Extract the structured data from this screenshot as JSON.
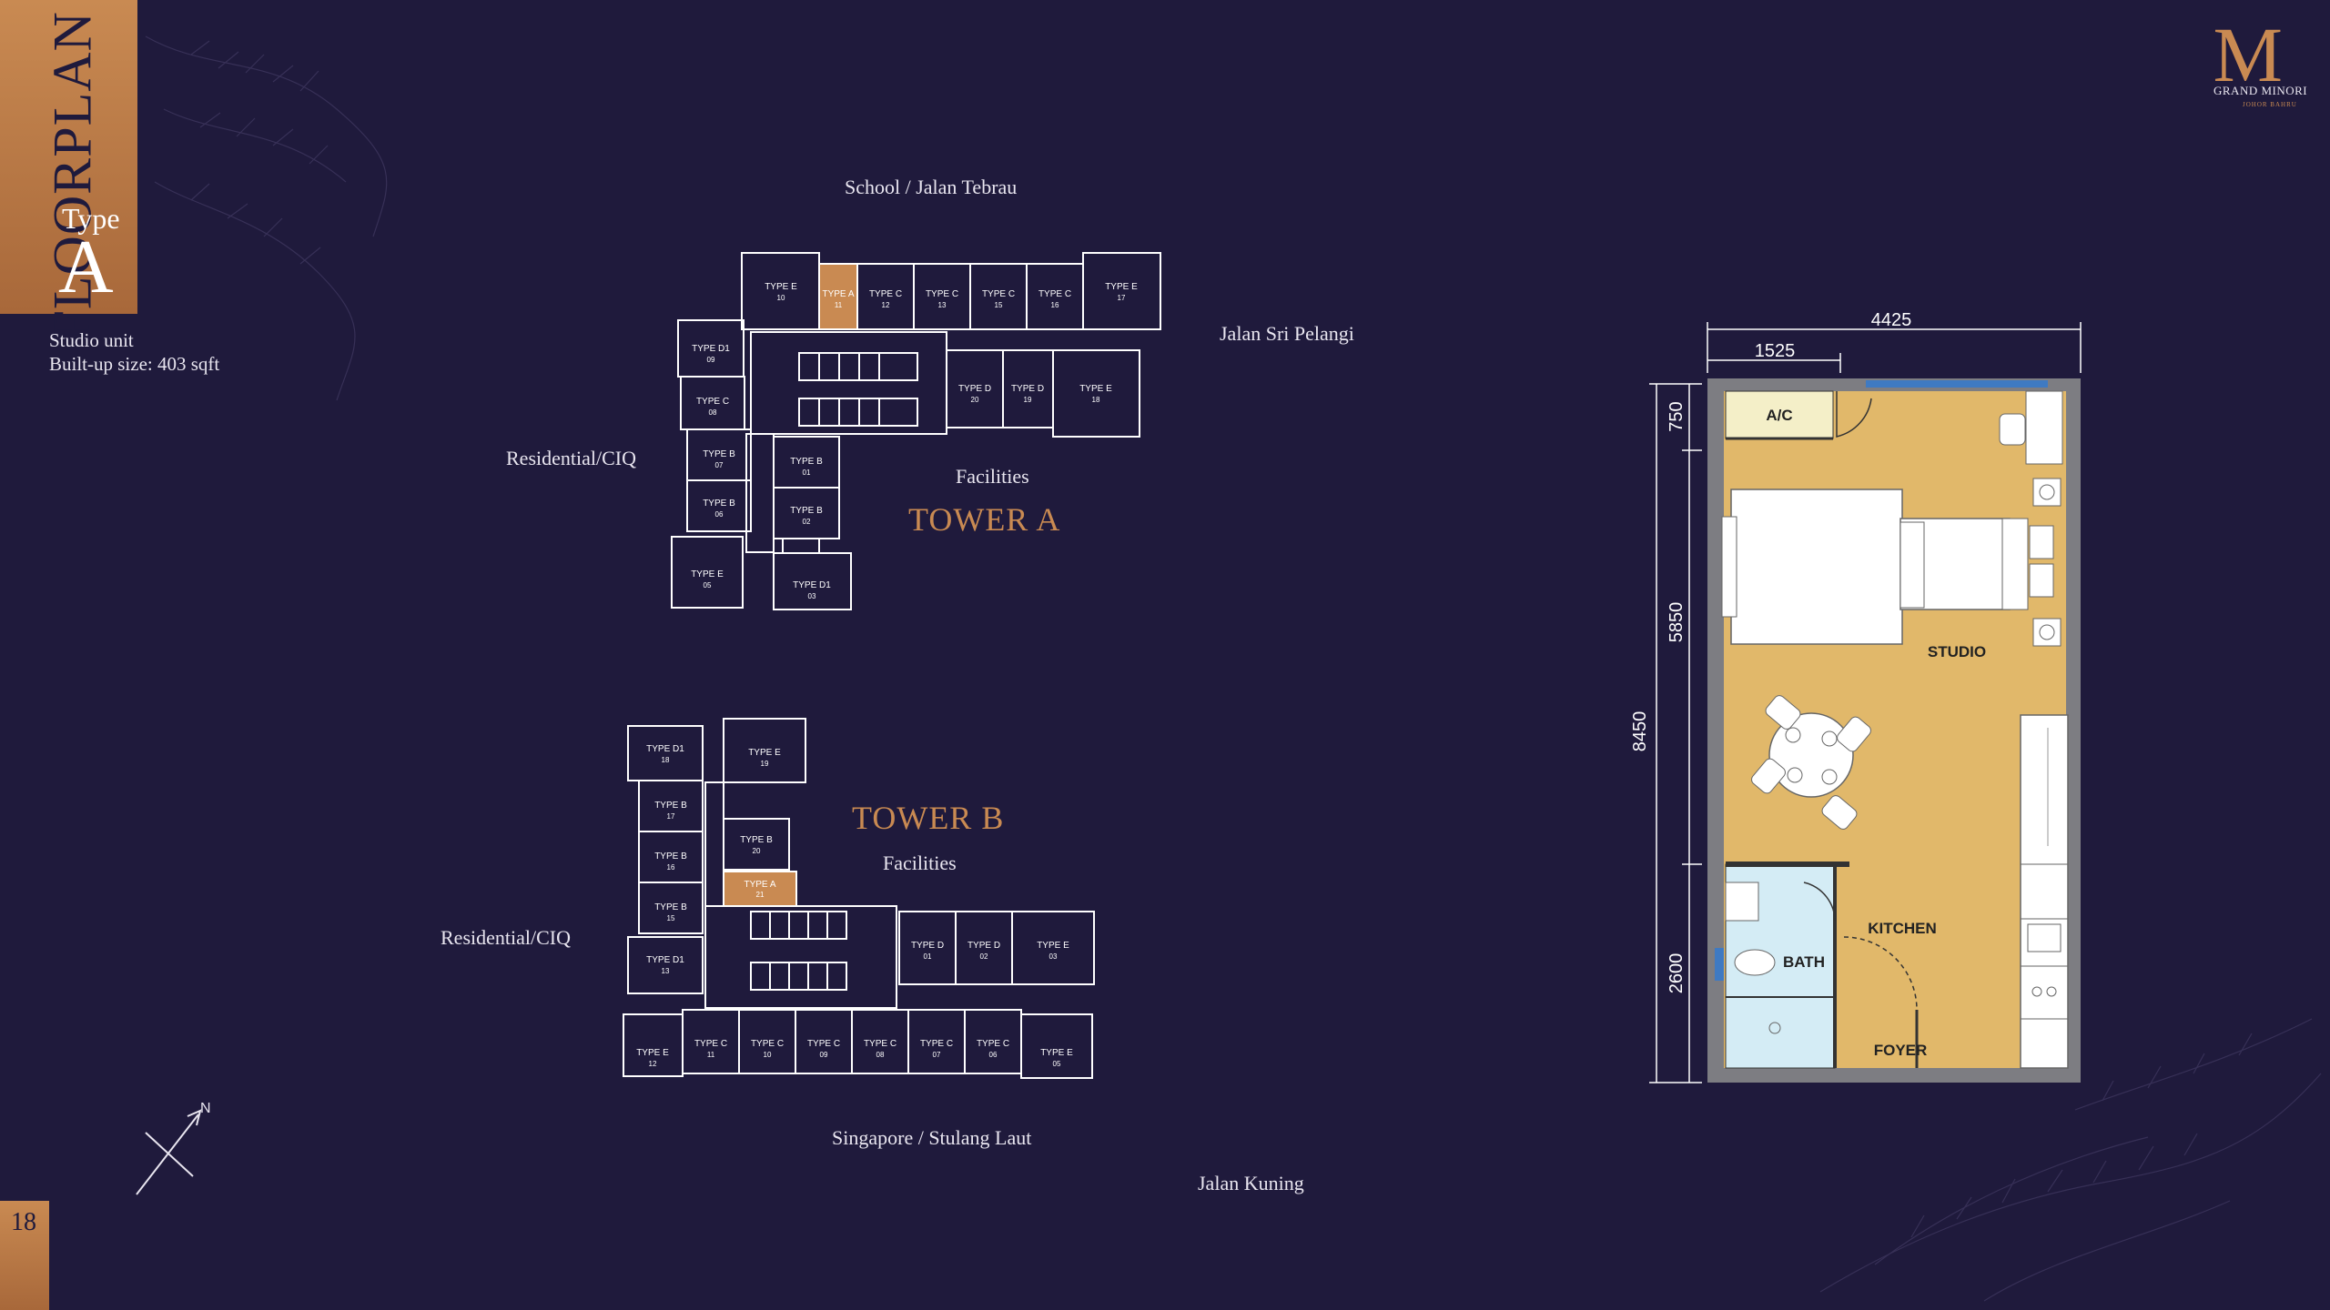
{
  "header": {
    "section_title": "FLOORPLAN",
    "type_word": "Type",
    "type_letter": "A",
    "unit_desc": "Studio unit",
    "built_up": "Built-up size: 403 sqft",
    "page_number": "18"
  },
  "brand": {
    "logo_letter": "M",
    "name": "GRAND MINORI",
    "tagline": "JOHOR BAHRU"
  },
  "site_labels": {
    "north_road": "School / Jalan Tebrau",
    "east_road": "Jalan Sri Pelangi",
    "west_a": "Residential/CIQ",
    "west_b": "Residential/CIQ",
    "south_road": "Singapore / Stulang Laut",
    "south_east_road": "Jalan Kuning",
    "facilities_a": "Facilities",
    "facilities_b": "Facilities",
    "north_arrow": "N"
  },
  "tower_a": {
    "name": "TOWER A",
    "units": [
      {
        "type": "TYPE E",
        "no": "10"
      },
      {
        "type": "TYPE A",
        "no": "11"
      },
      {
        "type": "TYPE C",
        "no": "12"
      },
      {
        "type": "TYPE C",
        "no": "13"
      },
      {
        "type": "TYPE C",
        "no": "15"
      },
      {
        "type": "TYPE C",
        "no": "16"
      },
      {
        "type": "TYPE E",
        "no": "17"
      },
      {
        "type": "TYPE D1",
        "no": "09"
      },
      {
        "type": "TYPE C",
        "no": "08"
      },
      {
        "type": "TYPE B",
        "no": "07"
      },
      {
        "type": "TYPE B",
        "no": "06"
      },
      {
        "type": "TYPE E",
        "no": "05"
      },
      {
        "type": "TYPE D",
        "no": "20"
      },
      {
        "type": "TYPE D",
        "no": "19"
      },
      {
        "type": "TYPE E",
        "no": "18"
      },
      {
        "type": "TYPE B",
        "no": "01"
      },
      {
        "type": "TYPE B",
        "no": "02"
      },
      {
        "type": "TYPE D1",
        "no": "03"
      }
    ]
  },
  "tower_b": {
    "name": "TOWER B",
    "units": [
      {
        "type": "TYPE D1",
        "no": "18"
      },
      {
        "type": "TYPE E",
        "no": "19"
      },
      {
        "type": "TYPE B",
        "no": "17"
      },
      {
        "type": "TYPE B",
        "no": "16"
      },
      {
        "type": "TYPE B",
        "no": "15"
      },
      {
        "type": "TYPE D1",
        "no": "13"
      },
      {
        "type": "TYPE B",
        "no": "20"
      },
      {
        "type": "TYPE A",
        "no": "21"
      },
      {
        "type": "TYPE D",
        "no": "01"
      },
      {
        "type": "TYPE D",
        "no": "02"
      },
      {
        "type": "TYPE E",
        "no": "03"
      },
      {
        "type": "TYPE E",
        "no": "12"
      },
      {
        "type": "TYPE C",
        "no": "11"
      },
      {
        "type": "TYPE C",
        "no": "10"
      },
      {
        "type": "TYPE C",
        "no": "09"
      },
      {
        "type": "TYPE C",
        "no": "08"
      },
      {
        "type": "TYPE C",
        "no": "07"
      },
      {
        "type": "TYPE C",
        "no": "06"
      },
      {
        "type": "TYPE E",
        "no": "05"
      }
    ]
  },
  "unit_plan": {
    "dim_total_width": "4425",
    "dim_partial_width": "1525",
    "dim_total_depth": "8450",
    "dim_ac": "750",
    "dim_studio": "5850",
    "dim_bath": "2600",
    "rooms": {
      "ac": "A/C",
      "studio": "STUDIO",
      "kitchen": "KITCHEN",
      "bath": "BATH",
      "foyer": "FOYER"
    }
  },
  "colors": {
    "background": "#1f1a3c",
    "accent": "#c98a52",
    "floor": "#e1b86a",
    "bath": "#d4ecf5",
    "line": "#ffffff"
  }
}
